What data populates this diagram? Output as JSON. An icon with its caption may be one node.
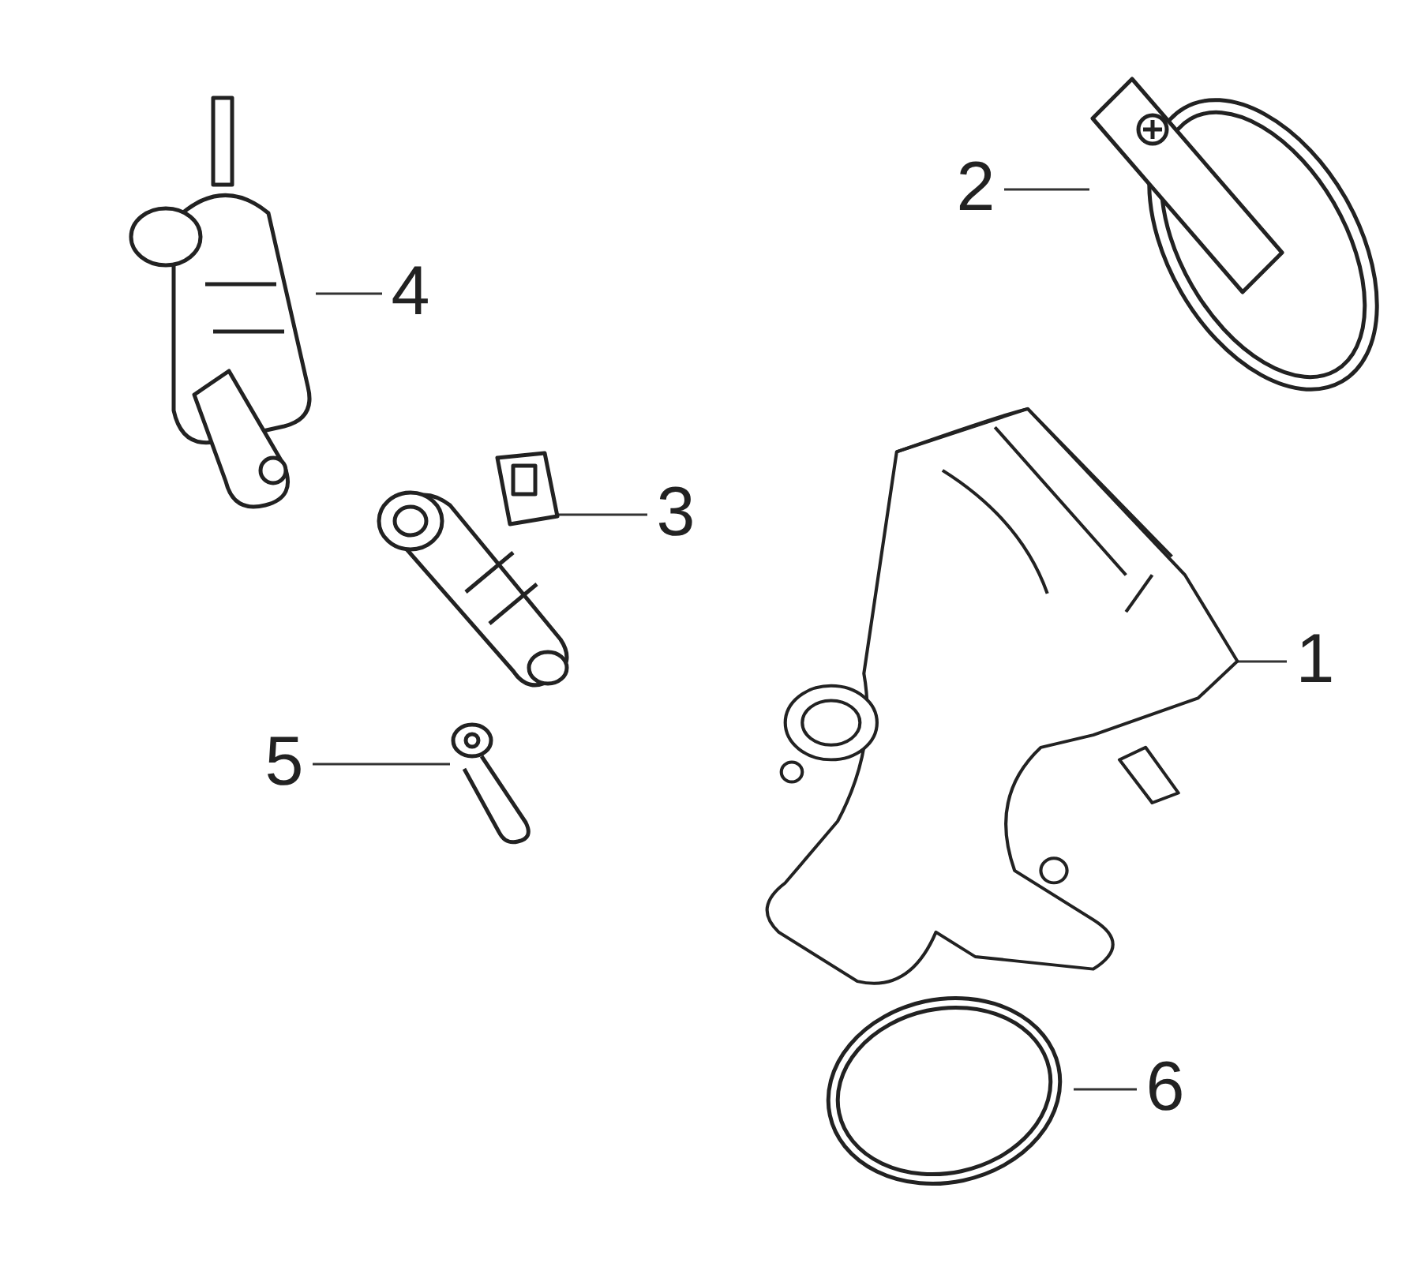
{
  "diagram": {
    "nodes": [
      {
        "text": [
          "2"
        ]
      },
      {
        "text": [
          "4"
        ]
      },
      {
        "text": [
          "3"
        ]
      },
      {
        "text": [
          "1"
        ]
      },
      {
        "text": [
          "5"
        ]
      },
      {
        "text": [
          "6"
        ]
      },
      {
        "text": [],
        "shape": "picture"
      },
      {
        "text": [],
        "shape": "picture"
      },
      {
        "text": [],
        "shape": "picture"
      },
      {
        "text": [],
        "shape": "picture"
      },
      {
        "text": [],
        "shape": "picture"
      },
      {
        "text": [],
        "shape": "picture"
      }
    ],
    "edges": [
      {
        "from": 0,
        "to": 11,
        "arrow": "none"
      },
      {
        "from": 1,
        "to": 6,
        "arrow": "none"
      },
      {
        "from": 2,
        "to": 7,
        "arrow": "none"
      },
      {
        "from": 3,
        "to": 10,
        "arrow": "none"
      },
      {
        "from": 4,
        "to": 8,
        "arrow": "none"
      },
      {
        "from": 5,
        "to": 9,
        "arrow": "none"
      }
    ]
  }
}
